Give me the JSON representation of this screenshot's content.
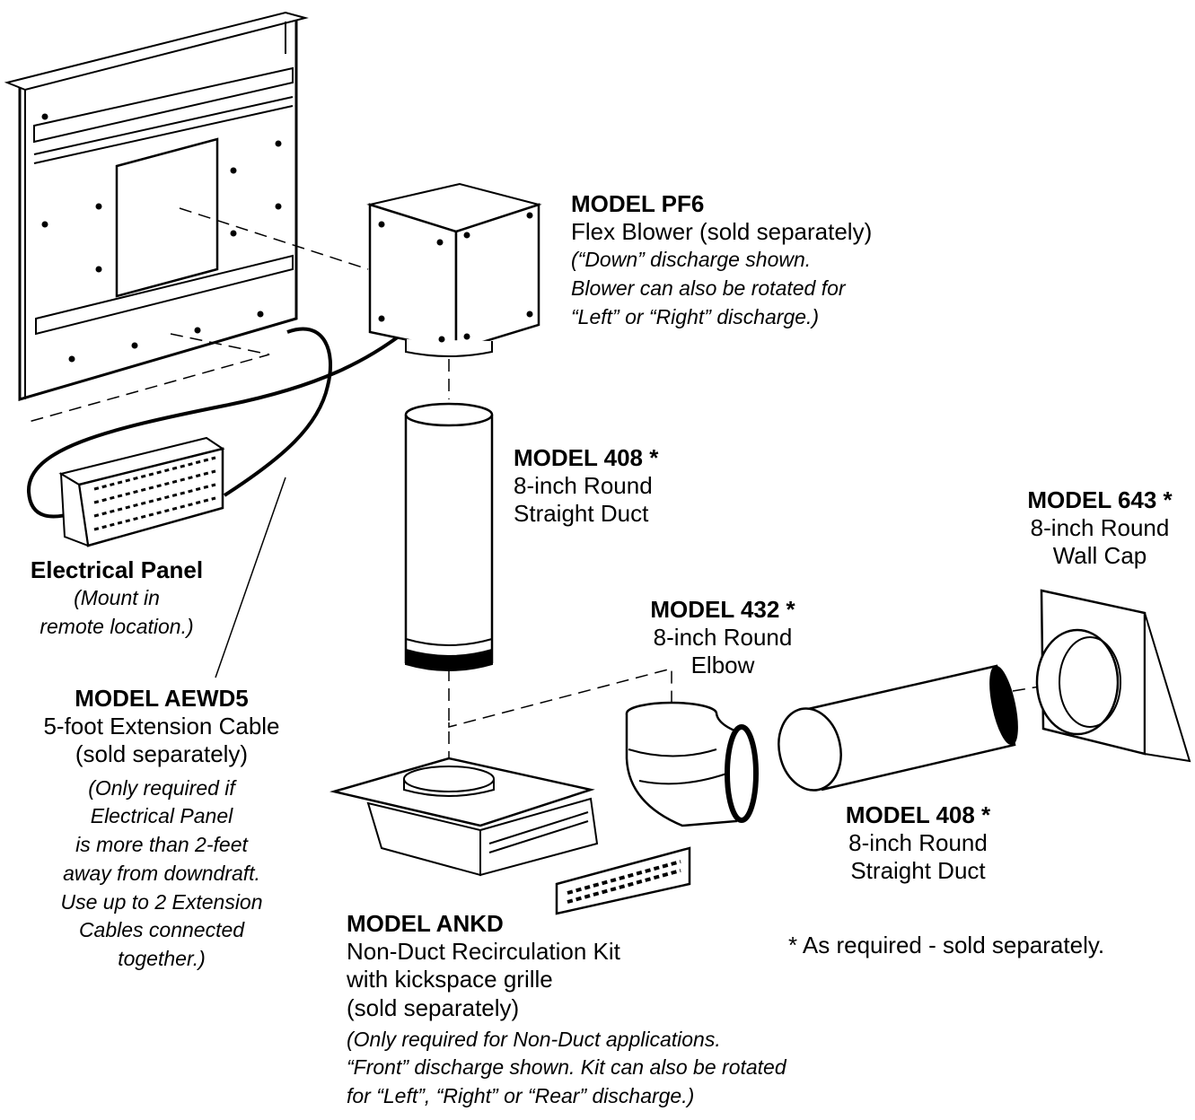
{
  "labels": {
    "pf6": {
      "title": "MODEL PF6",
      "desc": "Flex Blower (sold separately)",
      "note": [
        "(“Down” discharge shown.",
        "Blower can also be rotated for",
        "“Left” or “Right” discharge.)"
      ]
    },
    "duct_vertical": {
      "title": "MODEL 408 *",
      "desc": [
        "8-inch Round",
        "Straight Duct"
      ]
    },
    "wall_cap": {
      "title": "MODEL 643 *",
      "desc": [
        "8-inch Round",
        "Wall Cap"
      ]
    },
    "elbow": {
      "title": "MODEL 432 *",
      "desc": [
        "8-inch Round",
        "Elbow"
      ]
    },
    "duct_horizontal": {
      "title": "MODEL 408 *",
      "desc": [
        "8-inch Round",
        "Straight Duct"
      ]
    },
    "electrical_panel": {
      "title": "Electrical Panel",
      "note": [
        "(Mount in",
        "remote location.)"
      ]
    },
    "aewd5": {
      "title": "MODEL AEWD5",
      "desc": [
        "5-foot Extension Cable",
        "(sold separately)"
      ],
      "note": [
        "(Only required if",
        "Electrical Panel",
        "is more than 2-feet",
        "away from downdraft.",
        "Use up to 2 Extension",
        "Cables connected",
        "together.)"
      ]
    },
    "ankd": {
      "title": "MODEL ANKD",
      "desc": [
        "Non-Duct Recirculation Kit",
        "with kickspace grille",
        "(sold separately)"
      ],
      "note": [
        "(Only required for Non-Duct applications.",
        "“Front” discharge shown. Kit can also be rotated",
        "for “Left”, “Right” or “Rear” discharge.)"
      ]
    },
    "footnote": "* As required - sold separately."
  },
  "colors": {
    "line": "#000000",
    "background": "#ffffff"
  }
}
